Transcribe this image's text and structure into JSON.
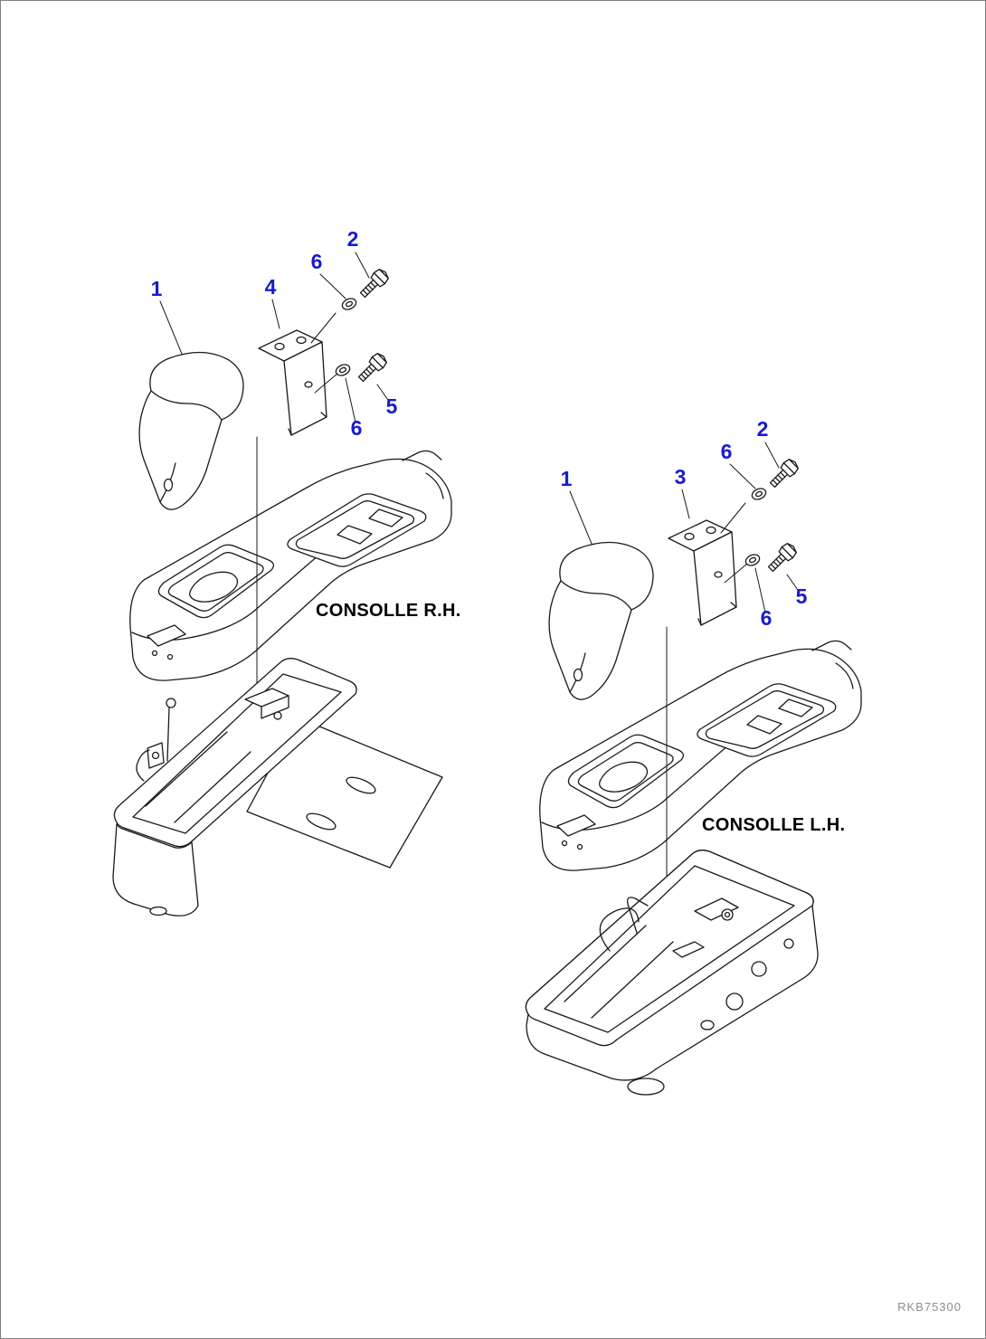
{
  "meta": {
    "drawing_code": "RKB75300"
  },
  "colors": {
    "callout": "#1a1acd",
    "line": "#1a1a1a",
    "label": "#000000",
    "code": "#8f8f8f",
    "background": "#ffffff"
  },
  "assemblies": [
    {
      "id": "console-rh",
      "label": "CONSOLLE R.H.",
      "callouts": {
        "armrest": "1",
        "plate": "4",
        "washer_top": "6",
        "bolt_top": "2",
        "bolt_side": "5",
        "washer_side": "6"
      }
    },
    {
      "id": "console-lh",
      "label": "CONSOLLE L.H.",
      "callouts": {
        "armrest": "1",
        "plate": "3",
        "washer_top": "6",
        "bolt_top": "2",
        "bolt_side": "5",
        "washer_side": "6"
      }
    }
  ]
}
